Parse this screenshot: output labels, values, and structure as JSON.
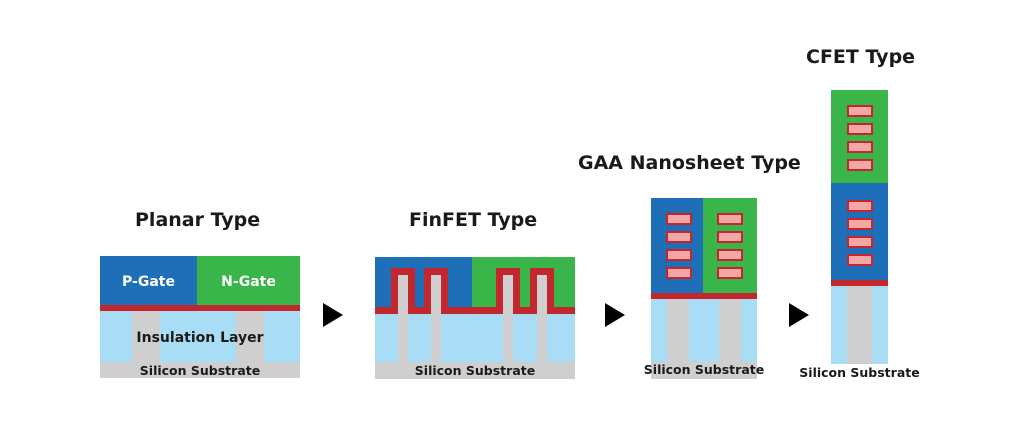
{
  "diagram": {
    "planar": {
      "title": "Planar Type",
      "p_gate_label": "P-Gate",
      "n_gate_label": "N-Gate",
      "insulation_label": "Insulation Layer",
      "substrate_label": "Silicon Substrate"
    },
    "finfet": {
      "title": "FinFET Type",
      "substrate_label": "Silicon Substrate"
    },
    "gaa": {
      "title": "GAA Nanosheet Type",
      "substrate_label": "Silicon Substrate"
    },
    "cfet": {
      "title": "CFET Type",
      "substrate_label": "Silicon Substrate"
    }
  },
  "colors": {
    "p_gate": "#1f6fb8",
    "n_gate": "#3ab54a",
    "gate_oxide": "#c1272d",
    "insulation": "#a9dcf5",
    "silicon": "#cfcfcf",
    "arrow": "#000000"
  }
}
